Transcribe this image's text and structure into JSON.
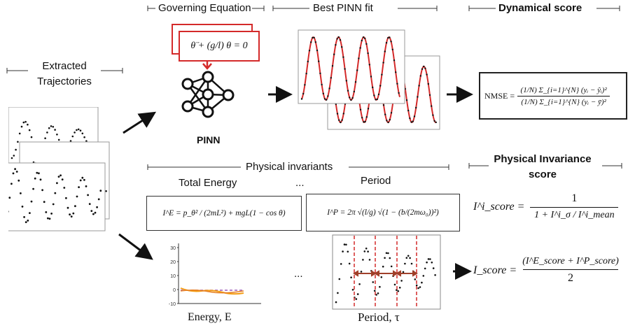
{
  "headers": {
    "governing": "Governing Equation",
    "best_fit": "Best PINN fit",
    "dynamical": "Dynamical score",
    "physical_invariants": "Physical invariants",
    "physical_invariance_line1": "Physical Invariance",
    "physical_invariance_line2": "score"
  },
  "left": {
    "line1": "Extracted",
    "line2": "Trajectories"
  },
  "pinn": {
    "equation": "θ̈ + (g/l) θ = 0",
    "label": "PINN"
  },
  "dynamical_formula": {
    "lhs": "NMSE =",
    "numerator": "(1/N) Σ_{i=1}^{N} (yᵢ − ŷᵢ)²",
    "denominator": "(1/N) Σ_{i=1}^{N} (yᵢ − ȳ)²"
  },
  "invariants": {
    "energy_title": "Total Energy",
    "ellipsis": "...",
    "period_title": "Period",
    "energy_formula": "I^E = p_θ² / (2mL²) + mgL(1 − cos θ)",
    "period_formula": "I^P = 2π √(l/g) √(1 − (b/(2mω₀))²)"
  },
  "score_formula": {
    "lhs": "I^i_score =",
    "numerator": "1",
    "denominator": "1 + I^i_σ / I^i_mean"
  },
  "final_formula": {
    "lhs": "I_score =",
    "numerator": "(I^E_score + I^P_score)",
    "denominator": "2"
  },
  "energy_plot": {
    "y_ticks": [
      "30",
      "20",
      "10",
      "0",
      "-10"
    ],
    "caption": "Energy, E"
  },
  "period_plot": {
    "caption": "Period, τ"
  },
  "middle_ellipsis": "...",
  "colors": {
    "red": "#d42a2a",
    "orange": "#f39c12",
    "dark": "#111111"
  }
}
